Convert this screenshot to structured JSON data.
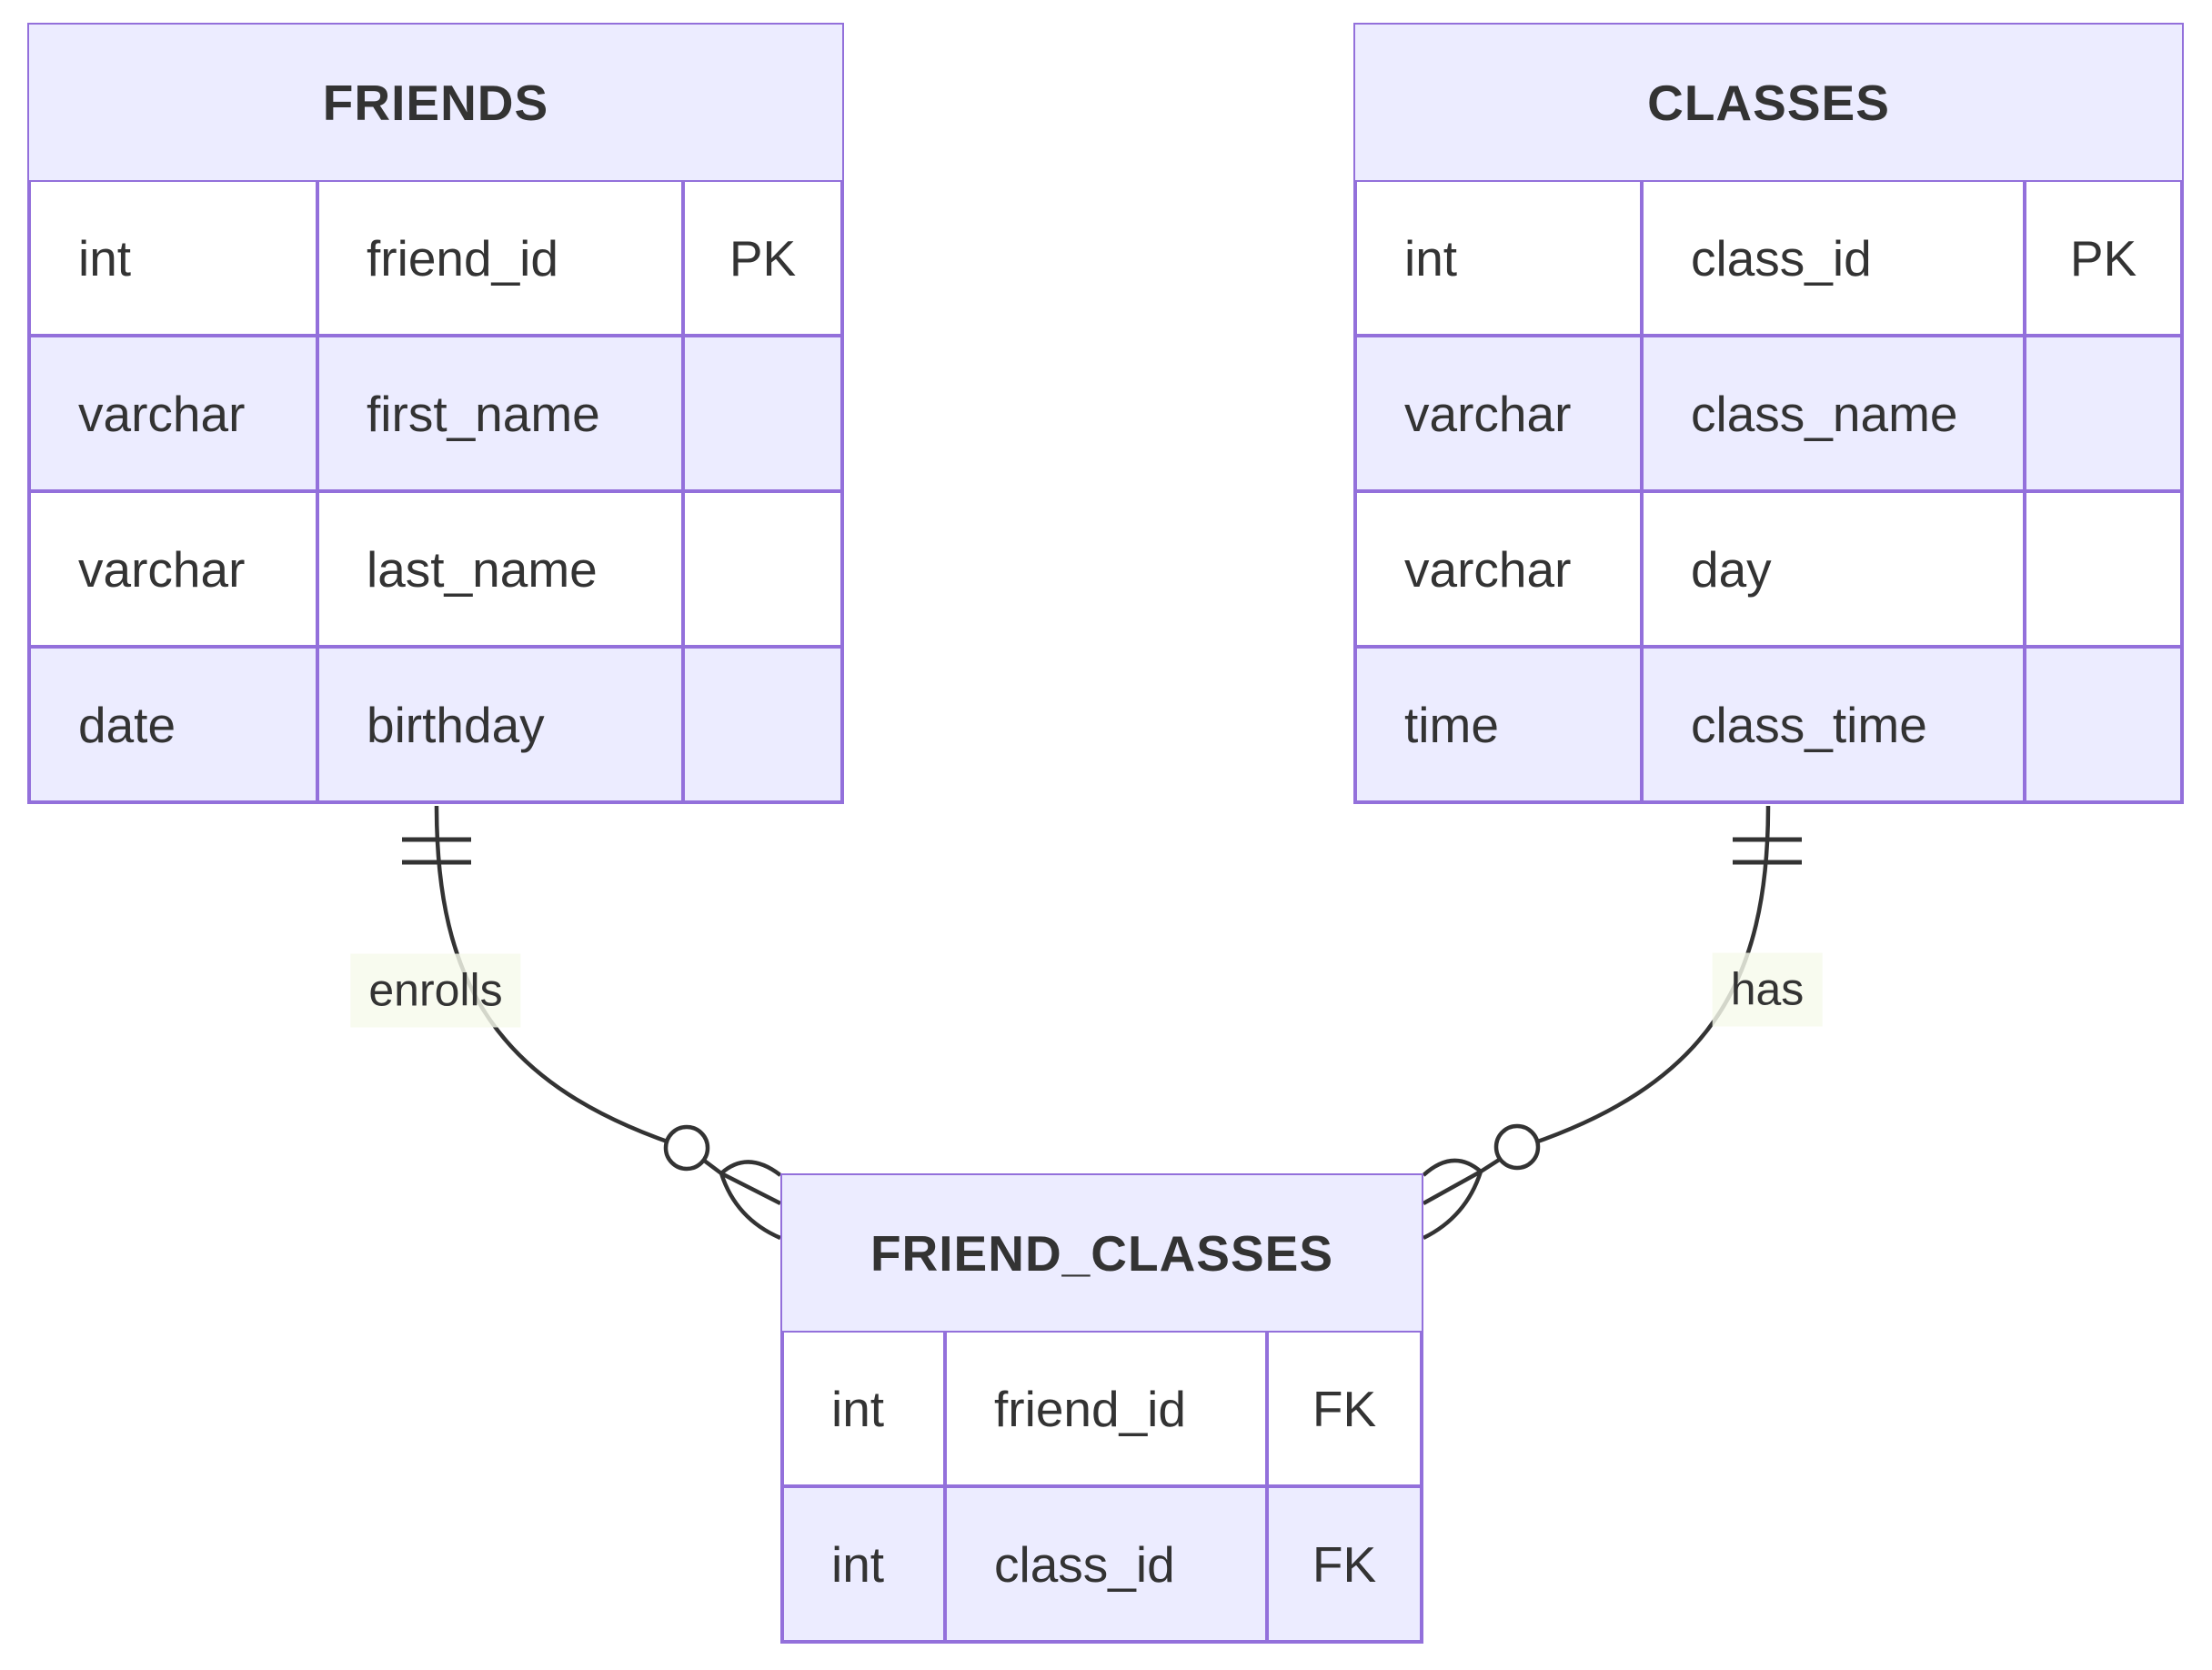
{
  "diagram": {
    "kind": "entity-relationship-diagram",
    "background": "#ffffff"
  },
  "colors": {
    "entity_border": "#9370DB",
    "entity_header_fill": "#ECECFF",
    "row_even_fill": "#ECECFF",
    "row_odd_fill": "#ffffff",
    "text": "#333333",
    "relationship_line": "#333333",
    "relationship_label_background": "#f6faeb"
  },
  "entities": [
    {
      "name": "FRIENDS",
      "rows": [
        {
          "type": "int",
          "name": "friend_id",
          "key": "PK"
        },
        {
          "type": "varchar",
          "name": "first_name",
          "key": ""
        },
        {
          "type": "varchar",
          "name": "last_name",
          "key": ""
        },
        {
          "type": "date",
          "name": "birthday",
          "key": ""
        }
      ]
    },
    {
      "name": "CLASSES",
      "rows": [
        {
          "type": "int",
          "name": "class_id",
          "key": "PK"
        },
        {
          "type": "varchar",
          "name": "class_name",
          "key": ""
        },
        {
          "type": "varchar",
          "name": "day",
          "key": ""
        },
        {
          "type": "time",
          "name": "class_time",
          "key": ""
        }
      ]
    },
    {
      "name": "FRIEND_CLASSES",
      "rows": [
        {
          "type": "int",
          "name": "friend_id",
          "key": "FK"
        },
        {
          "type": "int",
          "name": "class_id",
          "key": "FK"
        }
      ]
    }
  ],
  "relationships": [
    {
      "label": "enrolls",
      "from": "FRIENDS",
      "to": "FRIEND_CLASSES",
      "from_cardinality": "exactly-one",
      "to_cardinality": "zero-or-many"
    },
    {
      "label": "has",
      "from": "CLASSES",
      "to": "FRIEND_CLASSES",
      "from_cardinality": "exactly-one",
      "to_cardinality": "zero-or-many"
    }
  ]
}
